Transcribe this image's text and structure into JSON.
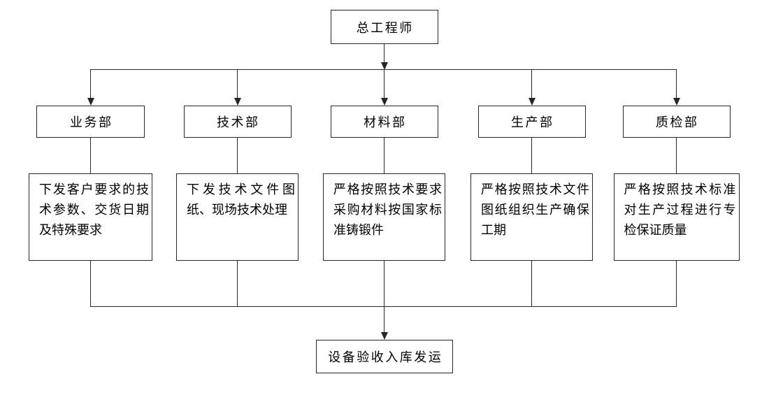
{
  "flowchart": {
    "root": {
      "label": "总工程师"
    },
    "departments": [
      {
        "name": "业务部",
        "duty": "下发客户要求的技术参数、交货日期及特殊要求"
      },
      {
        "name": "技术部",
        "duty": "下发技术文件图纸、现场技术处理"
      },
      {
        "name": "材料部",
        "duty": "严格按照技术要求采购材料按国家标准铸锻件"
      },
      {
        "name": "生产部",
        "duty": "严格按照技术文件图纸组织生产确保工期"
      },
      {
        "name": "质检部",
        "duty": "严格按照技术标准对生产过程进行专检保证质量"
      }
    ],
    "sink": {
      "label": "设备验收入库发运"
    },
    "colors": {
      "line": "#262626",
      "box_border": "#262626",
      "background": "#ffffff",
      "text": "#000000"
    }
  }
}
